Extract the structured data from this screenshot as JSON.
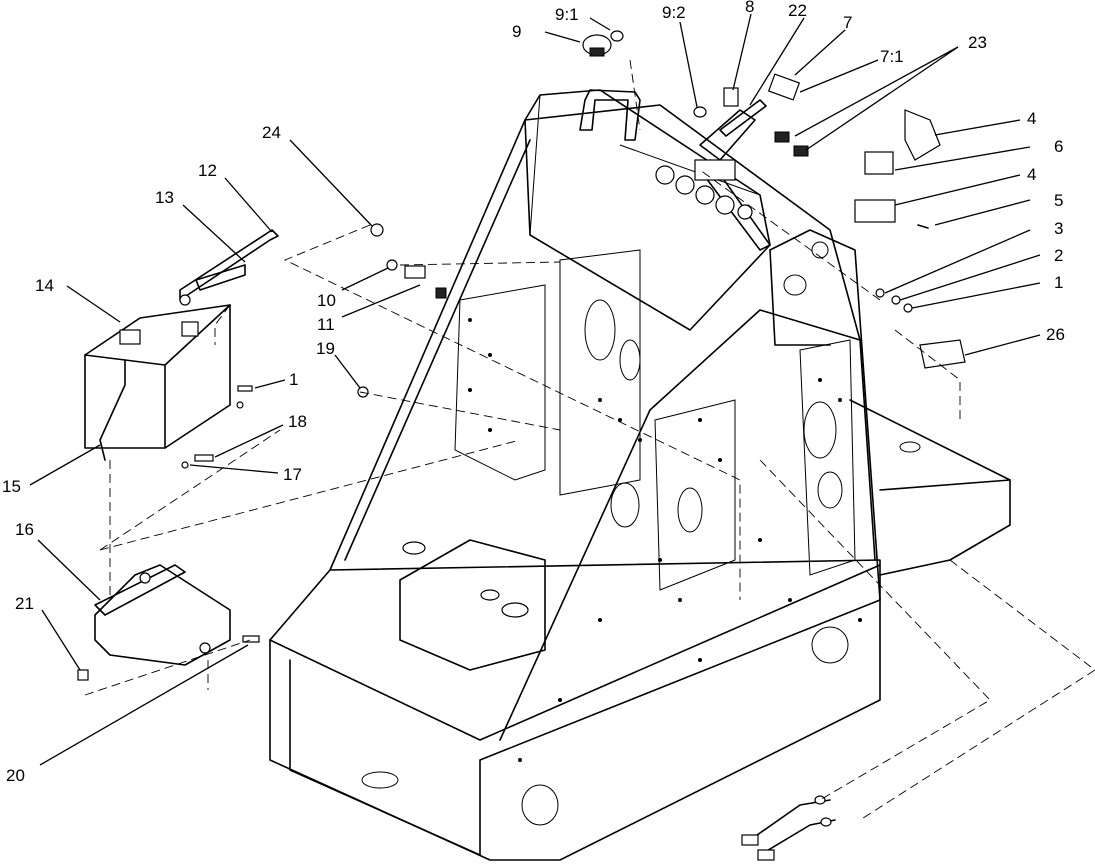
{
  "diagram": {
    "callouts": [
      {
        "label": "9"
      },
      {
        "label": "9:1"
      },
      {
        "label": "9:2"
      },
      {
        "label": "8"
      },
      {
        "label": "22"
      },
      {
        "label": "7"
      },
      {
        "label": "7:1"
      },
      {
        "label": "23"
      },
      {
        "label": "4"
      },
      {
        "label": "6"
      },
      {
        "label": "4"
      },
      {
        "label": "5"
      },
      {
        "label": "3"
      },
      {
        "label": "2"
      },
      {
        "label": "1"
      },
      {
        "label": "26"
      },
      {
        "label": "24"
      },
      {
        "label": "12"
      },
      {
        "label": "13"
      },
      {
        "label": "14"
      },
      {
        "label": "10"
      },
      {
        "label": "11"
      },
      {
        "label": "19"
      },
      {
        "label": "1"
      },
      {
        "label": "18"
      },
      {
        "label": "17"
      },
      {
        "label": "15"
      },
      {
        "label": "16"
      },
      {
        "label": "21"
      },
      {
        "label": "20"
      }
    ]
  }
}
